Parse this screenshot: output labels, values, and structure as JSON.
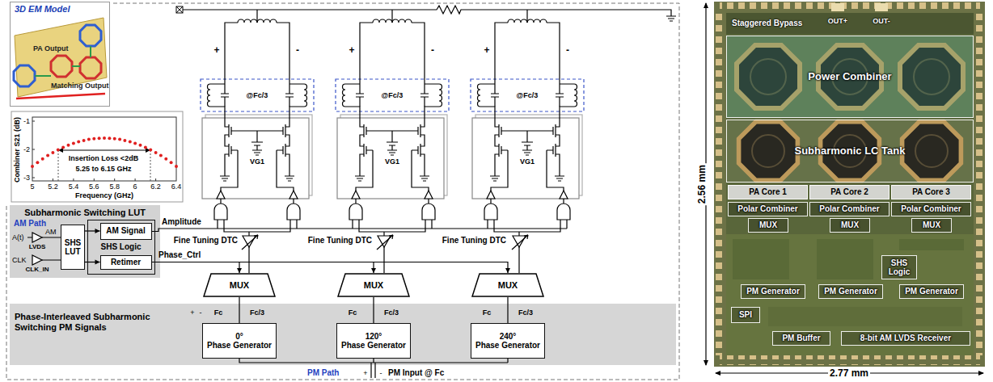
{
  "diagram": {
    "nodes": [
      {
        "text": [
          "3D EM Model",
          "PA Output",
          "Matching Output"
        ]
      },
      {
        "text": [
          "Subharmonic Switching LUT"
        ]
      },
      {
        "text": [
          "SHS LUT"
        ],
        "in": 1
      },
      {
        "text": [
          "SHS Logic"
        ],
        "in": 1
      },
      {
        "text": [
          "AM Signal"
        ],
        "in": 3
      },
      {
        "text": [
          "Retimer"
        ],
        "in": 3
      },
      {
        "text": [
          "MUX"
        ]
      },
      {
        "text": [
          "MUX"
        ]
      },
      {
        "text": [
          "MUX"
        ]
      },
      {
        "text": [
          "Phase-Interleaved Subharmonic Switching PM Signals"
        ]
      },
      {
        "text": [
          "0°",
          "Phase Generator"
        ],
        "in": 9
      },
      {
        "text": [
          "120°",
          "Phase Generator"
        ],
        "in": 9
      },
      {
        "text": [
          "240°",
          "Phase Generator"
        ],
        "in": 9
      },
      {
        "text": [
          "Power Combiner"
        ]
      },
      {
        "text": [
          "Subharmonic LC Tank"
        ]
      },
      {
        "text": [
          "PA Core 1"
        ]
      },
      {
        "text": [
          "PA Core 2"
        ]
      },
      {
        "text": [
          "PA Core 3"
        ]
      },
      {
        "text": [
          "Polar Combiner"
        ]
      },
      {
        "text": [
          "Polar Combiner"
        ]
      },
      {
        "text": [
          "Polar Combiner"
        ]
      },
      {
        "text": [
          "MUX"
        ]
      },
      {
        "text": [
          "MUX"
        ]
      },
      {
        "text": [
          "MUX"
        ]
      },
      {
        "text": [
          "SHS Logic"
        ]
      },
      {
        "text": [
          "PM Generator"
        ]
      },
      {
        "text": [
          "PM Generator"
        ]
      },
      {
        "text": [
          "PM Generator"
        ]
      },
      {
        "text": [
          "SPI"
        ]
      },
      {
        "text": [
          "PM Buffer"
        ]
      },
      {
        "text": [
          "8-bit AM LVDS Receiver"
        ]
      }
    ],
    "edges": [
      {
        "from": 2,
        "to": 4,
        "arrow": "to"
      },
      {
        "from": 2,
        "to": 5,
        "arrow": "to"
      },
      {
        "from": 5,
        "to": 6,
        "arrow": "to"
      },
      {
        "from": 5,
        "to": 7,
        "arrow": "to"
      },
      {
        "from": 5,
        "to": 8,
        "arrow": "to"
      },
      {
        "from": 10,
        "to": 6,
        "arrow": "none"
      },
      {
        "from": 11,
        "to": 7,
        "arrow": "none"
      },
      {
        "from": 12,
        "to": 8,
        "arrow": "none"
      }
    ],
    "labels": [
      "+",
      "-",
      "+",
      "-",
      "+",
      "-",
      "@Fc/3",
      "@Fc/3",
      "@Fc/3",
      "VG1",
      "VG1",
      "VG1",
      "Combiner S21 (dB)",
      "-1",
      "-2",
      "-3",
      "5",
      "5.2",
      "5.4",
      "5.6",
      "5.8",
      "6",
      "6.2",
      "6.4",
      "Frequency (GHz)",
      "Insertion Loss <2dB",
      "5.25 to 6.15 GHz",
      "AM Path",
      "A(t)",
      "AM",
      "LVDS",
      "CLK",
      "CLK_IN",
      "Amplitude",
      "Phase_Ctrl",
      "Fine Tuning DTC",
      "Fine Tuning DTC",
      "Fine Tuning DTC",
      "+",
      "-",
      "Fc",
      "Fc/3",
      "Fc",
      "Fc/3",
      "Fc",
      "Fc/3",
      "PM Path",
      "+",
      "-",
      "PM Input @ Fc",
      "Staggered Bypass",
      "OUT+",
      "OUT-",
      "2.56 mm",
      "2.77 mm"
    ]
  }
}
